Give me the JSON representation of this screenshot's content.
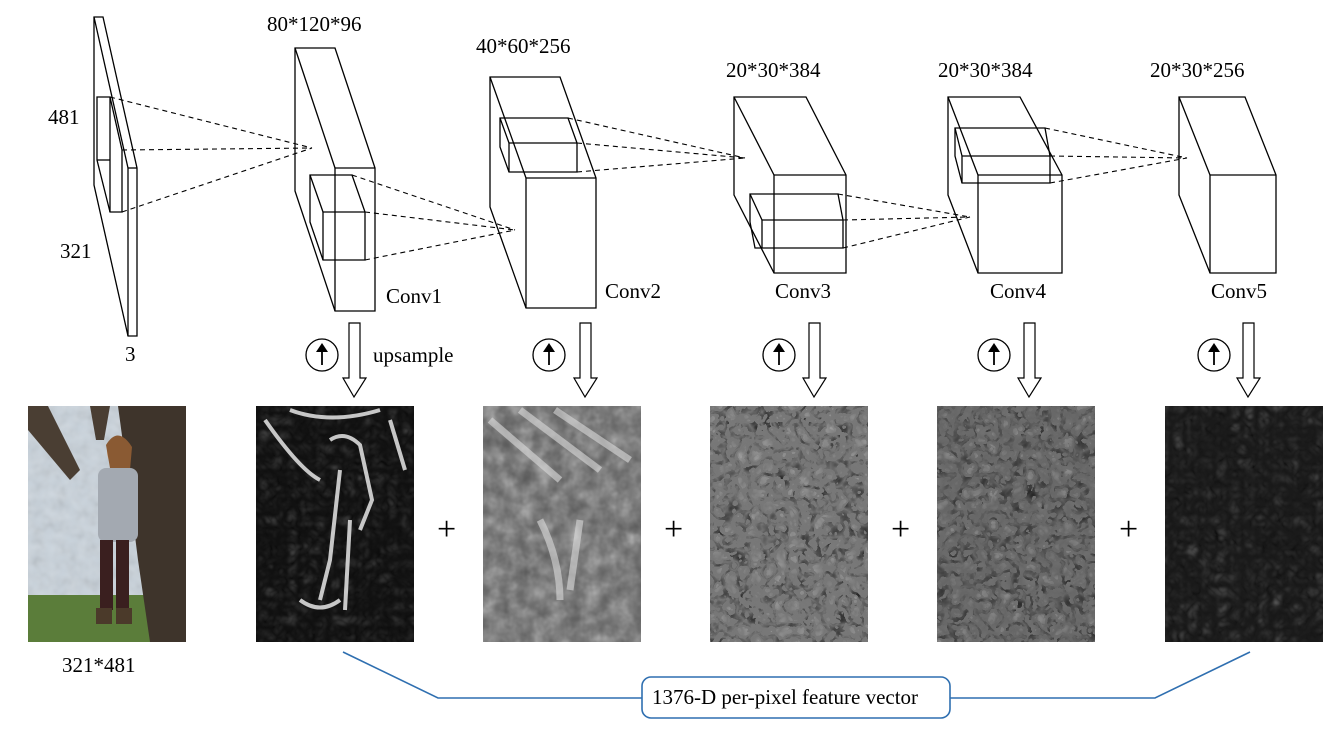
{
  "input": {
    "height_label": "481",
    "width_label": "321",
    "depth_label": "3",
    "image_caption": "321*481"
  },
  "layers": [
    {
      "name": "Conv1",
      "dims": "80*120*96"
    },
    {
      "name": "Conv2",
      "dims": "40*60*256"
    },
    {
      "name": "Conv3",
      "dims": "20*30*384"
    },
    {
      "name": "Conv4",
      "dims": "20*30*384"
    },
    {
      "name": "Conv5",
      "dims": "20*30*256"
    }
  ],
  "upsample_label": "upsample",
  "plus_symbol": "+",
  "feature_vector_label": "1376-D per-pixel feature vector",
  "colors": {
    "bracket": "#2f6fb0",
    "ink": "#000000"
  }
}
